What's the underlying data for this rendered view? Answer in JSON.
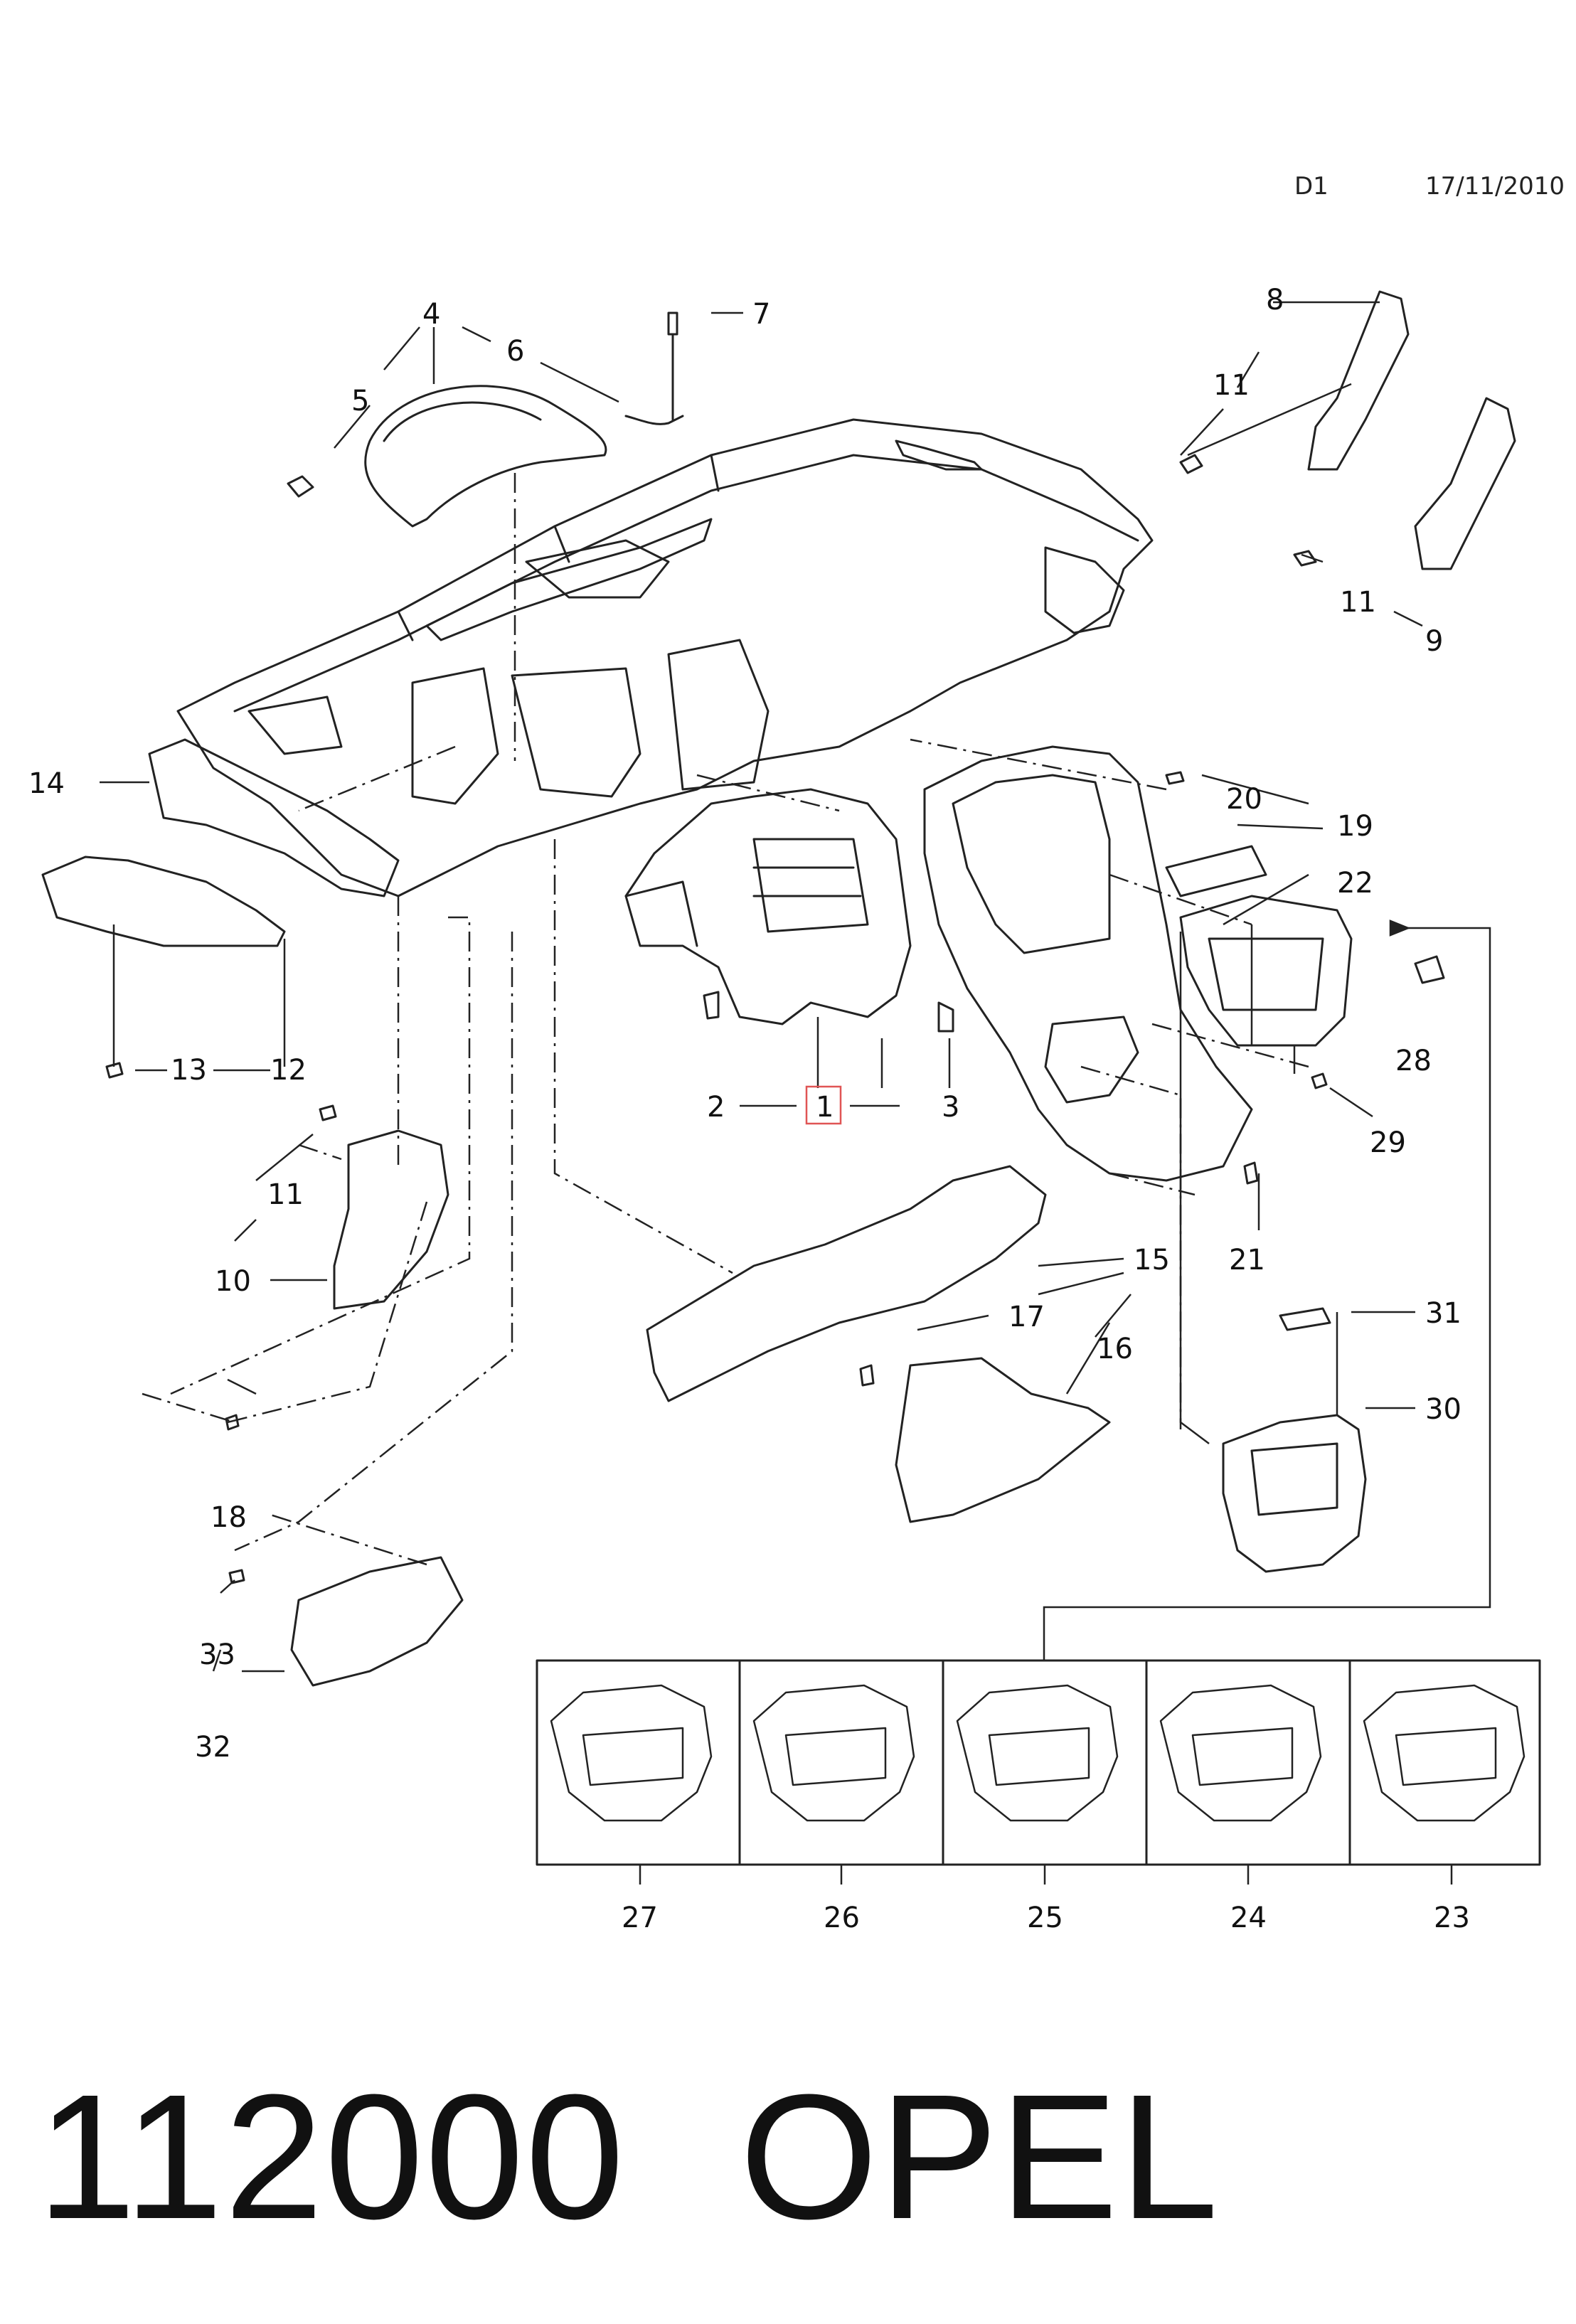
{
  "header": {
    "code": "D1",
    "date": "17/11/2010"
  },
  "footer": {
    "part_number": "112000",
    "brand": "OPEL"
  },
  "callouts": [
    "1",
    "2",
    "3",
    "4",
    "5",
    "6",
    "7",
    "8",
    "9",
    "10",
    "11",
    "12",
    "13",
    "14",
    "15",
    "16",
    "17",
    "18",
    "19",
    "20",
    "21",
    "22",
    "23",
    "24",
    "25",
    "26",
    "27",
    "28",
    "29",
    "30",
    "31",
    "32",
    "33"
  ],
  "variants": [
    "27",
    "26",
    "25",
    "24",
    "23"
  ]
}
